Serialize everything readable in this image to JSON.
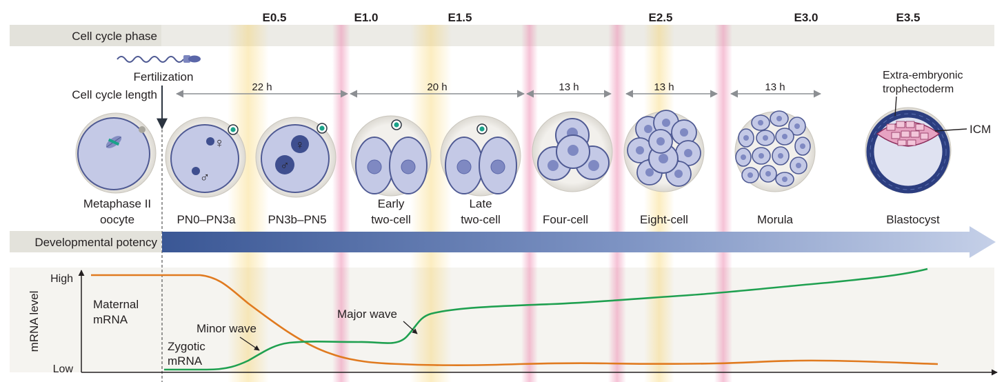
{
  "stages": {
    "e05": "E0.5",
    "e10": "E1.0",
    "e15": "E1.5",
    "e25": "E2.5",
    "e30": "E3.0",
    "e35": "E3.5"
  },
  "rows": {
    "cell_cycle_phase": "Cell cycle phase",
    "cell_cycle_length": "Cell cycle length",
    "developmental_potency": "Developmental potency"
  },
  "fertilization": "Fertilization",
  "durations": {
    "d1": "22 h",
    "d2": "20 h",
    "d3": "13 h",
    "d4": "13 h",
    "d5": "13 h"
  },
  "embryos": {
    "metaphase_line1": "Metaphase II",
    "metaphase_line2": "oocyte",
    "pn0": "PN0–PN3a",
    "pn3b": "PN3b–PN5",
    "early_line1": "Early",
    "early_line2": "two-cell",
    "late_line1": "Late",
    "late_line2": "two-cell",
    "four": "Four-cell",
    "eight": "Eight-cell",
    "morula": "Morula",
    "blastocyst": "Blastocyst"
  },
  "blastocyst_labels": {
    "extra_line1": "Extra-embryonic",
    "extra_line2": "trophectoderm",
    "icm": "ICM"
  },
  "symbols": {
    "female": "♀",
    "male": "♂"
  },
  "plot": {
    "ylabel": "mRNA level",
    "high": "High",
    "low": "Low",
    "maternal_line1": "Maternal",
    "maternal_line2": "mRNA",
    "minor_wave": "Minor wave",
    "major_wave": "Major wave",
    "zygotic_line1": "Zygotic",
    "zygotic_line2": "mRNA"
  },
  "colors": {
    "maternal_curve": "#e07a1f",
    "zygotic_curve": "#1fa050",
    "potency_dark": "#3a5795",
    "g1_band": "#f7cf5a",
    "m_band": "#ee8fb4",
    "cell_fill": "#c4c9e6",
    "nucleus": "#7f89c2"
  }
}
